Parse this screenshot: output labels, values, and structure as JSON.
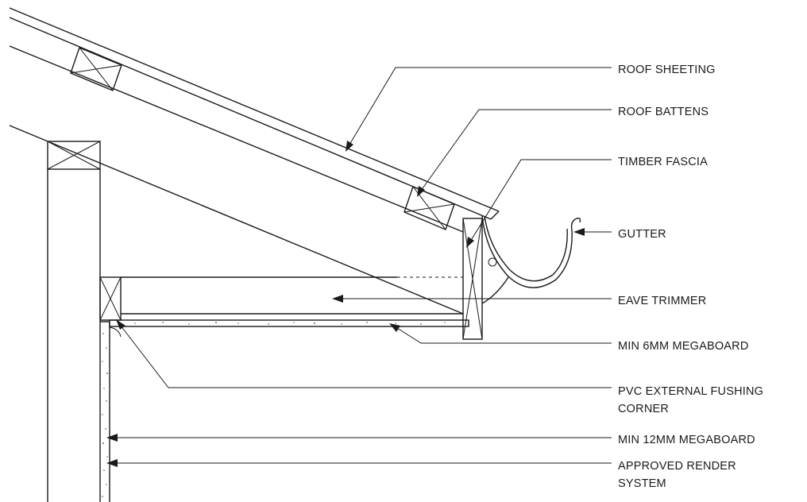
{
  "labels": {
    "roof_sheeting": "ROOF SHEETING",
    "roof_battens": "ROOF BATTENS",
    "timber_fascia": "TIMBER FASCIA",
    "gutter": "GUTTER",
    "eave_trimmer": "EAVE TRIMMER",
    "min_6mm_megaboard": "MIN 6MM MEGABOARD",
    "pvc_corner_line1": "PVC EXTERNAL FUSHING",
    "pvc_corner_line2": "CORNER",
    "min_12mm_megaboard": "MIN 12MM MEGABOARD",
    "render_line1": "APPROVED RENDER",
    "render_line2": "SYSTEM"
  }
}
